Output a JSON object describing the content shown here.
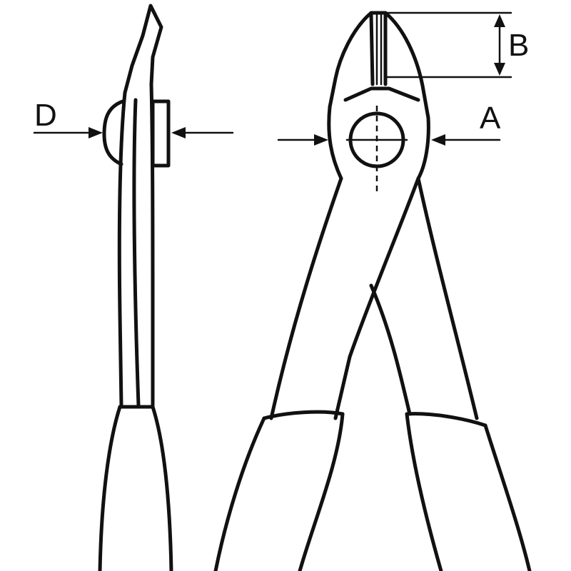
{
  "dimension_labels": {
    "d": "D",
    "a": "A",
    "b": "B"
  },
  "colors": {
    "line": "#111111",
    "background": "#ffffff"
  }
}
